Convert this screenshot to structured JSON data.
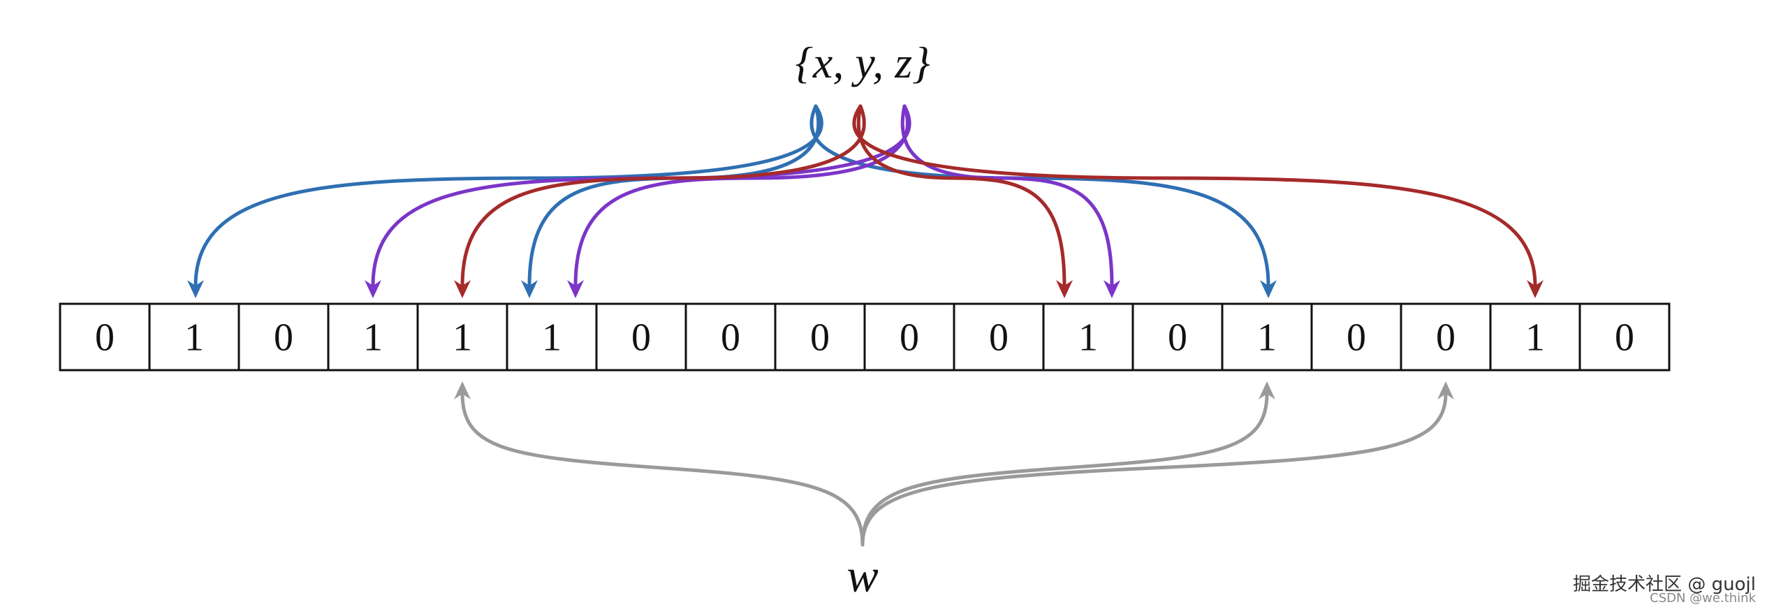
{
  "diagram": {
    "set_label": "{x, y, z}",
    "query_label": "w",
    "bits": [
      "0",
      "1",
      "0",
      "1",
      "1",
      "1",
      "0",
      "0",
      "0",
      "0",
      "0",
      "1",
      "0",
      "1",
      "0",
      "0",
      "1",
      "0"
    ],
    "colors": {
      "x": "#2f6fb2",
      "y": "#a52a2a",
      "z": "#7b35c8",
      "w": "#9a9a9a",
      "cell_border": "#111111"
    },
    "mappings": {
      "x": [
        1,
        5,
        13
      ],
      "y": [
        4,
        11,
        16
      ],
      "z": [
        3,
        5,
        11
      ],
      "w": [
        4,
        13,
        15
      ]
    }
  },
  "watermark": {
    "line1": "掘金技术社区 @ guojl",
    "line2": "CSDN @we.think"
  }
}
